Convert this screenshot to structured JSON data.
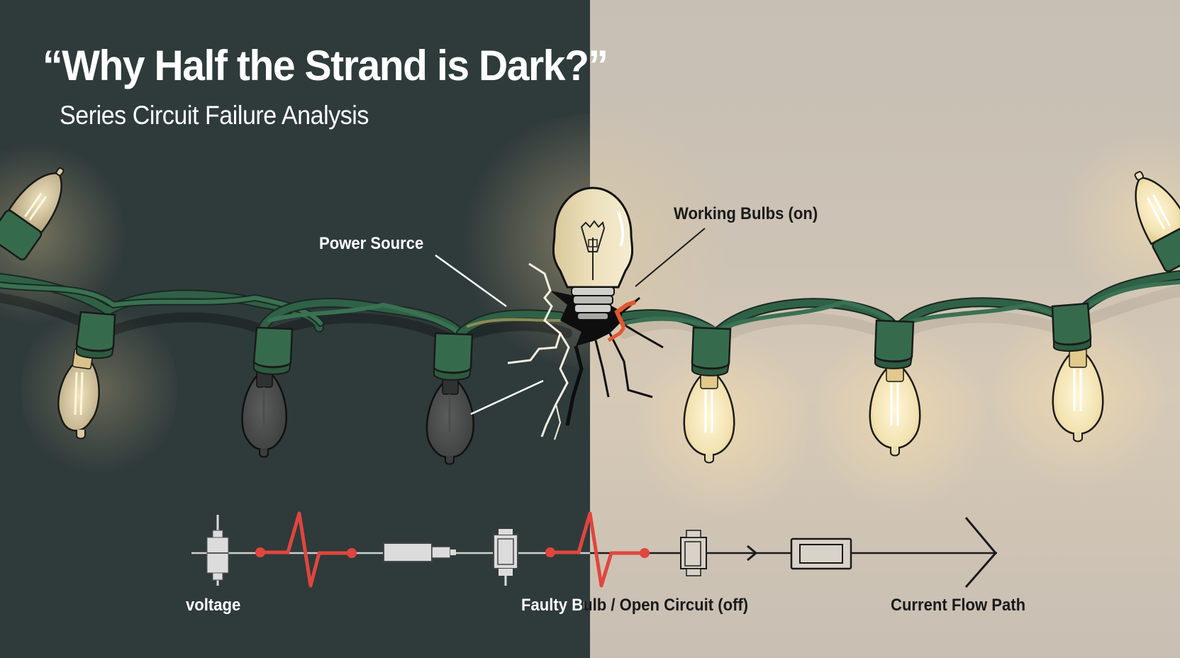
{
  "header": {
    "title": "“Why Half the Strand is Dark?”",
    "subtitle": "Series Circuit Failure Analysis"
  },
  "callouts": {
    "power_source": "Power Source",
    "working_bulbs": "Working Bulbs (on)"
  },
  "circuit_diagram": {
    "labels": {
      "voltage": "voltage",
      "faulty_bulb": "Faulty Bulb / Open Circuit (off)",
      "current_flow": "Current Flow Path"
    }
  },
  "strand": {
    "left_side": {
      "state": "dark",
      "bulbs": [
        "on",
        "off",
        "off"
      ]
    },
    "break_point": "cracked wall with central bulb",
    "right_side": {
      "state": "lit",
      "bulbs": [
        "on",
        "on",
        "on",
        "on"
      ]
    }
  },
  "colors": {
    "dark_background": "#2f3a3b",
    "light_background": "#c9c0b4",
    "wire_green": "#2e5e44",
    "socket_green": "#356b4c",
    "voltage_red": "#e0463e",
    "bulb_glow": "#f5e6b8"
  }
}
